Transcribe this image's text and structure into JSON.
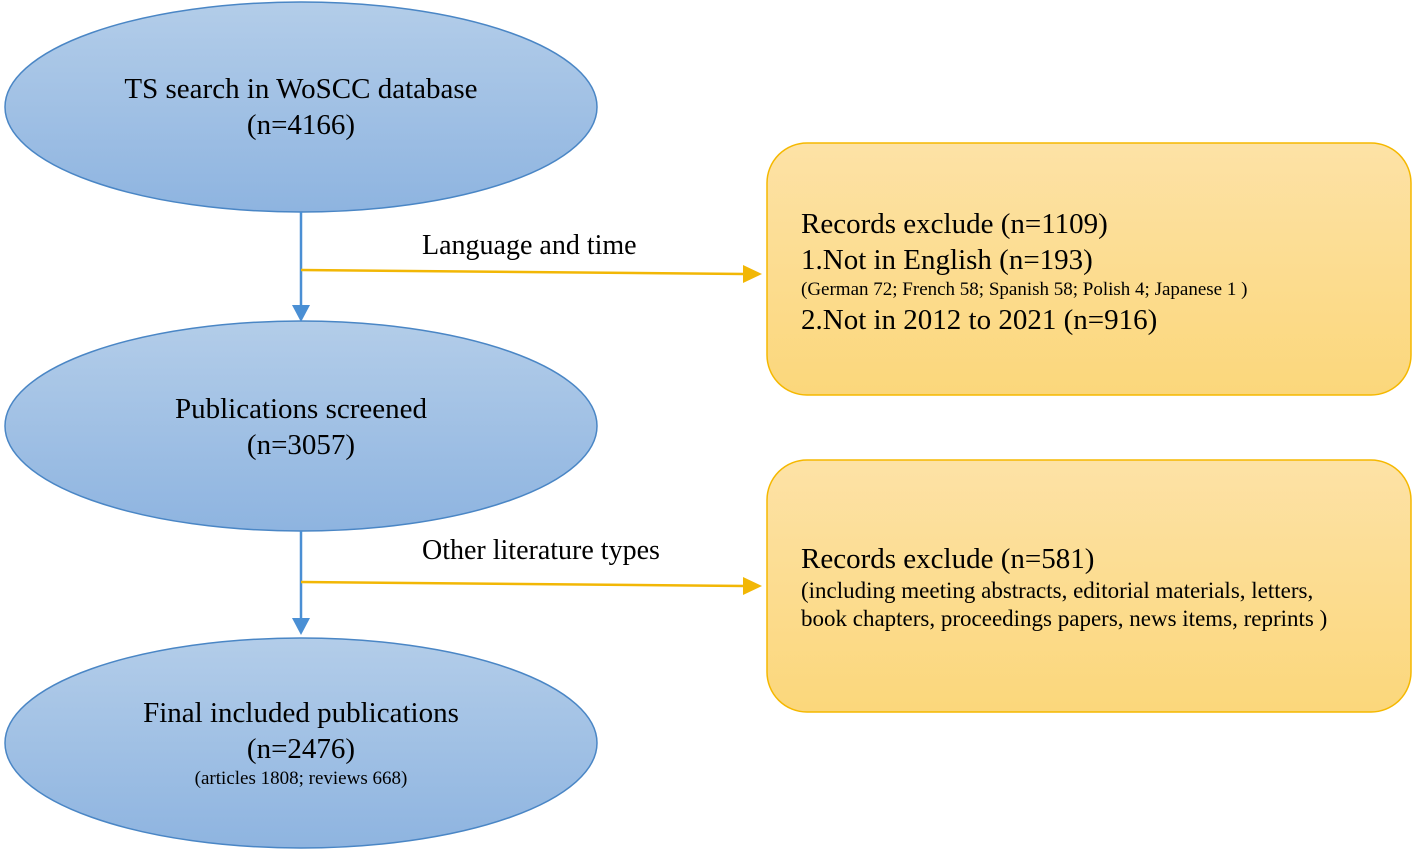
{
  "colors": {
    "oval_fill_top": "#b3cde9",
    "oval_fill_bottom": "#8eb4e0",
    "oval_stroke": "#4a86c5",
    "box_fill_top": "#fde2a6",
    "box_fill_bottom": "#fbd77b",
    "box_stroke": "#f5b800",
    "down_arrow": "#4a8fd4",
    "side_arrow": "#f2b705"
  },
  "nodes": {
    "search": {
      "title": "TS search in WoSCC database",
      "count": "(n=4166)"
    },
    "screened": {
      "title": "Publications screened",
      "count": "(n=3057)"
    },
    "final": {
      "title": "Final included publications",
      "count": "(n=2476)",
      "detail": "(articles 1808; reviews 668)"
    },
    "exclude_language": {
      "title": "Records exclude (n=1109)",
      "item1": "1.Not in English (n=193)",
      "item1_detail": "(German 72; French 58; Spanish 58; Polish 4; Japanese 1 )",
      "item2": "2.Not in 2012 to 2021 (n=916)"
    },
    "exclude_types": {
      "title": "Records exclude (n=581)",
      "detail_line1": "(including meeting abstracts, editorial materials, letters,",
      "detail_line2": "book chapters, proceedings papers, news items,  reprints )"
    }
  },
  "edges": {
    "language_time_label": "Language and time",
    "other_types_label": "Other literature types"
  }
}
